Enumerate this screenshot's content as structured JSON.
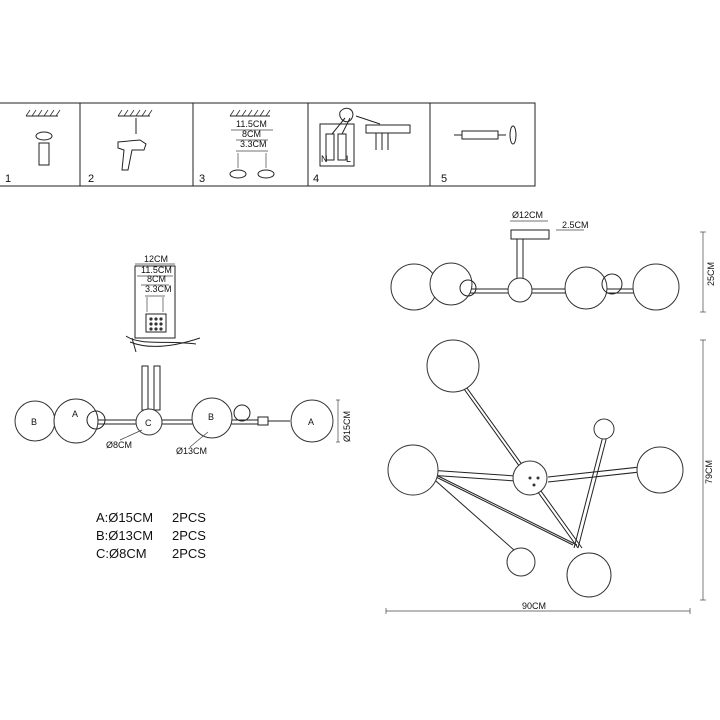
{
  "steps": [
    {
      "number": "1"
    },
    {
      "number": "2"
    },
    {
      "number": "3",
      "dims": [
        "11.5CM",
        "8CM",
        "3.3CM"
      ]
    },
    {
      "number": "4",
      "labels": [
        "N",
        "L"
      ]
    },
    {
      "number": "5"
    }
  ],
  "exploded_view": {
    "mount_dims": [
      "12CM",
      "11.5CM",
      "8CM",
      "3.3CM"
    ],
    "labels": {
      "a": "A",
      "b": "B",
      "c": "C"
    },
    "dims": {
      "stem_dia": "Ø8CM",
      "globe_b_dia": "Ø13CM",
      "globe_a_dia": "Ø15CM"
    }
  },
  "parts_list": [
    {
      "label": "A:Ø15CM",
      "qty": "2PCS"
    },
    {
      "label": "B:Ø13CM",
      "qty": "2PCS"
    },
    {
      "label": "C:Ø8CM",
      "qty": "2PCS"
    }
  ],
  "side_view": {
    "canopy_dia": "Ø12CM",
    "canopy_height": "2.5CM",
    "height": "25CM"
  },
  "top_view": {
    "width": "90CM",
    "depth": "79CM"
  }
}
